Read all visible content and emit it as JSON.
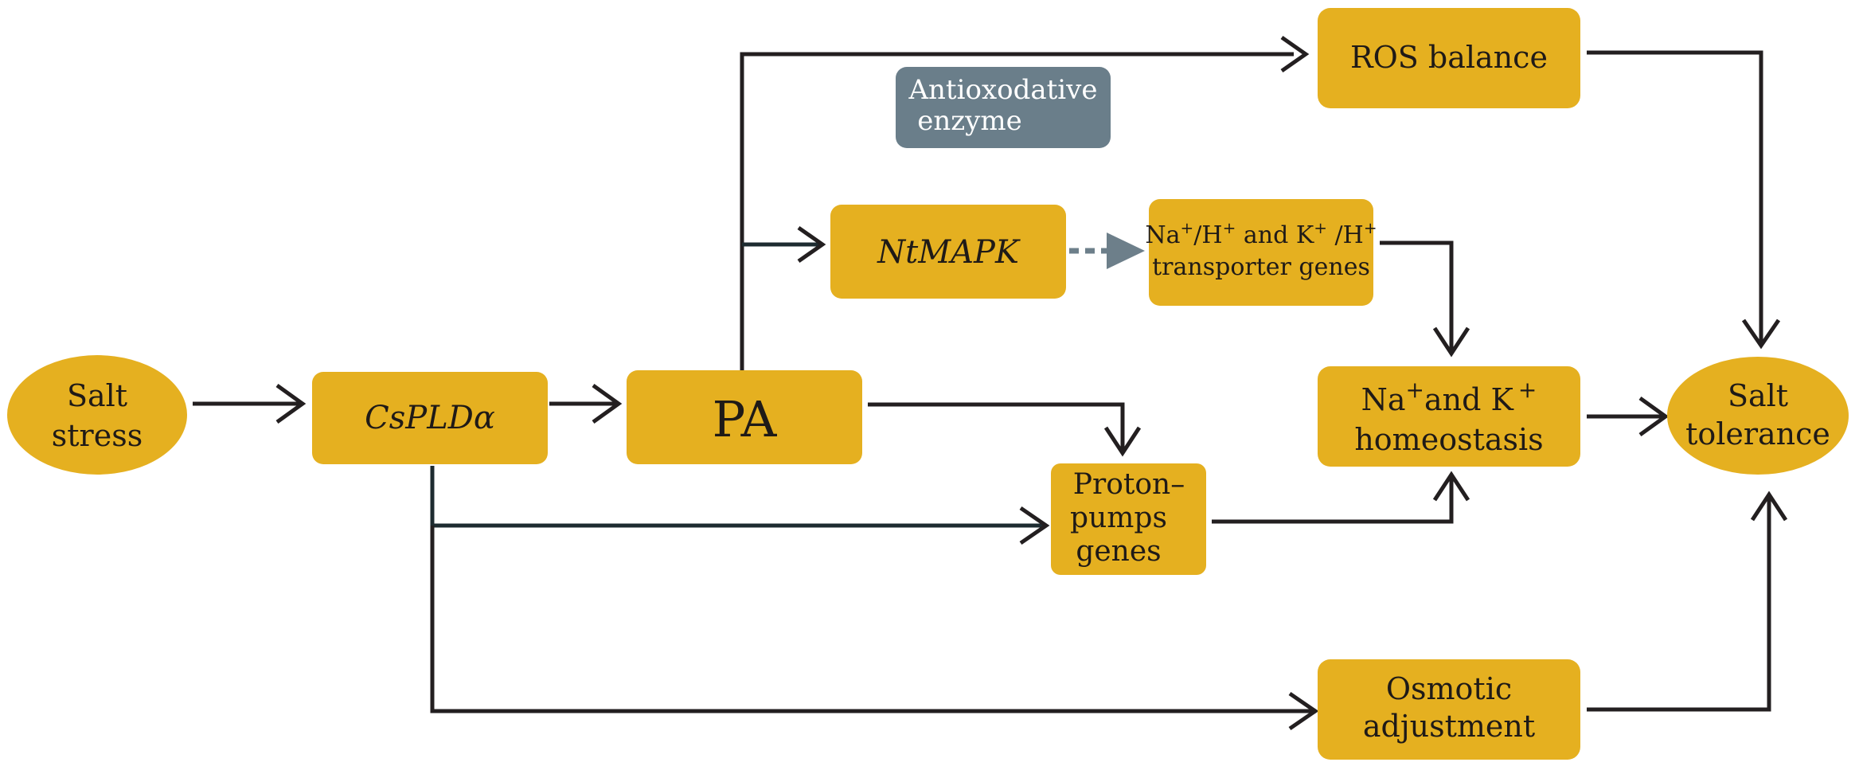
{
  "colors": {
    "node_fill": "#E5B020",
    "label_fill": "#6A7E8A",
    "label_text": "#FFFFFF",
    "edge": "#231F20",
    "dashed_edge": "#6D7F8A"
  },
  "nodes": {
    "salt_stress": {
      "line1": "Salt",
      "line2": "stress"
    },
    "cspld": {
      "label": "CsPLDα"
    },
    "pa": {
      "label": "PA"
    },
    "ros": {
      "label": "ROS balance"
    },
    "antiox": {
      "line1": "Antioxodative",
      "line2": "enzyme"
    },
    "ntmapk": {
      "label": "NtMAPK"
    },
    "transporter": {
      "na": "Na",
      "plus1": "+",
      "h1": "/H",
      "plus2": "+",
      "andk": " and K",
      "plus3": "+",
      "h2": " /H",
      "plus4": "+",
      "line2": "transporter genes"
    },
    "homeo": {
      "na": "Na",
      "plus1": "+",
      "andk": "and K",
      "plus2": "+",
      "line2": "homeostasis"
    },
    "proton": {
      "line1": "Proton–",
      "line2": "pumps",
      "line3": "genes"
    },
    "osmotic": {
      "line1": "Osmotic",
      "line2": "adjustment"
    },
    "salt_tolerance": {
      "line1": "Salt",
      "line2": "tolerance"
    }
  }
}
